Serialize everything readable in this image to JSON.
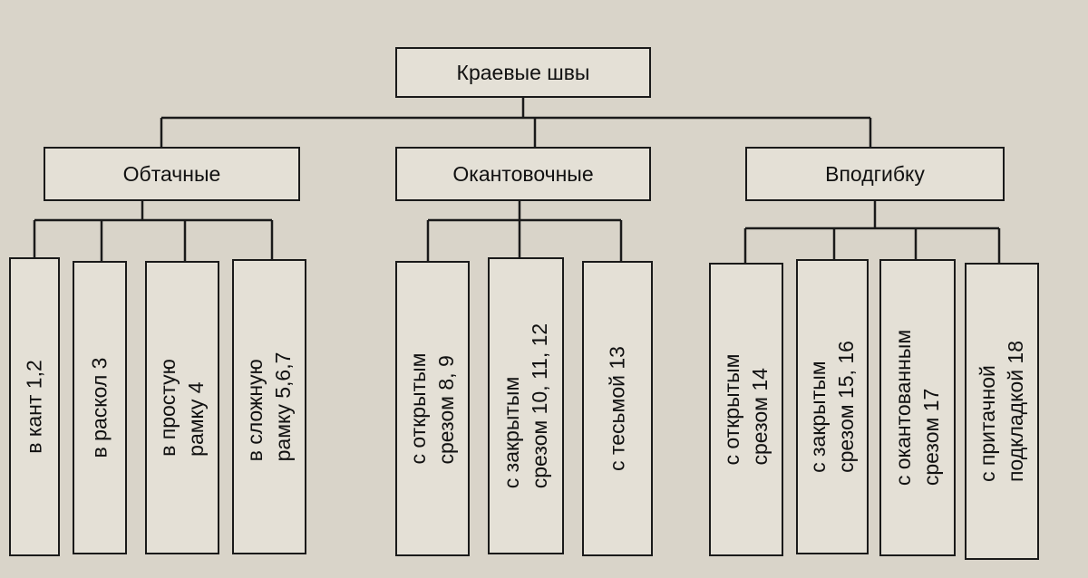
{
  "root": {
    "label": "Краевые швы"
  },
  "categories": [
    {
      "label": "Обтачные",
      "leaves": [
        {
          "lines": [
            "в кант 1,2"
          ]
        },
        {
          "lines": [
            "в раскол 3"
          ]
        },
        {
          "lines": [
            "в простую",
            "рамку 4"
          ]
        },
        {
          "lines": [
            "в сложную",
            "рамку 5,6,7"
          ]
        }
      ]
    },
    {
      "label": "Окантовочные",
      "leaves": [
        {
          "lines": [
            "с открытым",
            "срезом 8, 9"
          ]
        },
        {
          "lines": [
            "с закрытым",
            "срезом 10, 11, 12"
          ]
        },
        {
          "lines": [
            "с тесьмой 13"
          ]
        }
      ]
    },
    {
      "label": "Вподгибку",
      "leaves": [
        {
          "lines": [
            "с открытым",
            "срезом 14"
          ]
        },
        {
          "lines": [
            "с закрытым",
            "срезом 15, 16"
          ]
        },
        {
          "lines": [
            "с окантованным",
            "срезом 17"
          ]
        },
        {
          "lines": [
            "с притачной",
            "подкладкой 18"
          ]
        }
      ]
    }
  ]
}
